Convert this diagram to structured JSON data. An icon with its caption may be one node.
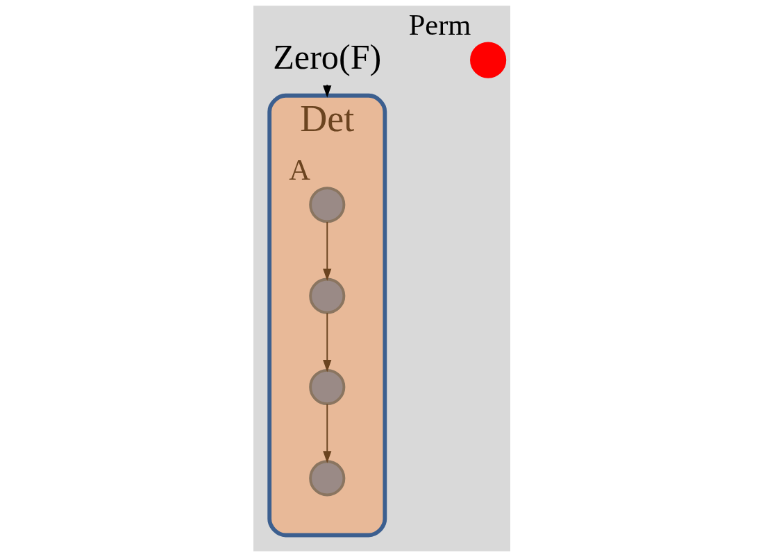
{
  "diagram": {
    "nodes": [
      {
        "text": [
          "Det"
        ]
      },
      {
        "text": [],
        "shape": "circle",
        "in": 0,
        "beside": [
          "A"
        ]
      },
      {
        "text": [],
        "shape": "circle",
        "in": 0
      },
      {
        "text": [],
        "shape": "circle",
        "in": 0
      },
      {
        "text": [],
        "shape": "circle",
        "in": 0
      },
      {
        "text": [],
        "shape": "circle",
        "beside": [
          "Perm"
        ]
      },
      {
        "text": [
          "Zero(F)"
        ]
      }
    ],
    "edges": [
      {
        "from": 1,
        "to": 2,
        "arrow": "to"
      },
      {
        "from": 2,
        "to": 3,
        "arrow": "to"
      },
      {
        "from": 3,
        "to": 4,
        "arrow": "to"
      },
      {
        "from": 6,
        "to": 0,
        "arrow": "to",
        "color": "#000000"
      }
    ]
  }
}
